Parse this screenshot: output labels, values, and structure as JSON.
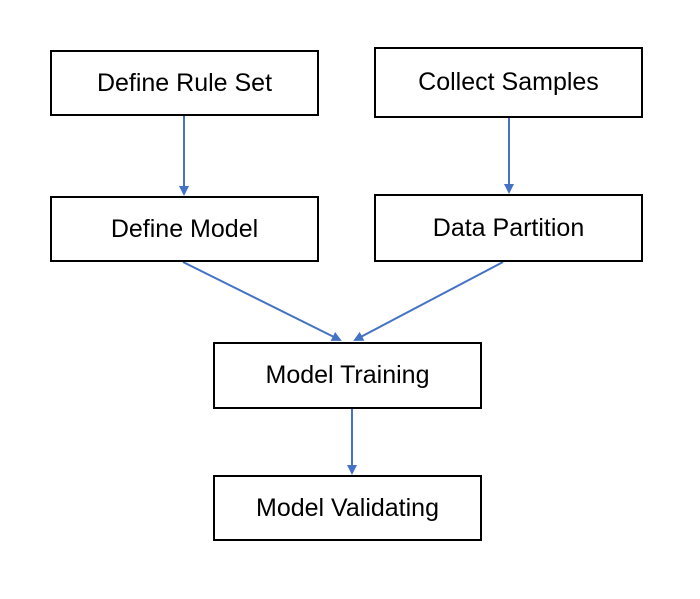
{
  "diagram": {
    "colors": {
      "arrow": "#4472C4",
      "box_border": "#000000",
      "text": "#000000"
    },
    "nodes": [
      {
        "id": "rule",
        "label": "Define Rule Set"
      },
      {
        "id": "collect",
        "label": "Collect Samples"
      },
      {
        "id": "model",
        "label": "Define Model"
      },
      {
        "id": "partition",
        "label": "Data Partition"
      },
      {
        "id": "training",
        "label": "Model Training"
      },
      {
        "id": "validating",
        "label": "Model Validating"
      }
    ],
    "edges": [
      {
        "from": "rule",
        "to": "model"
      },
      {
        "from": "collect",
        "to": "partition"
      },
      {
        "from": "model",
        "to": "training"
      },
      {
        "from": "partition",
        "to": "training"
      },
      {
        "from": "training",
        "to": "validating"
      }
    ]
  }
}
